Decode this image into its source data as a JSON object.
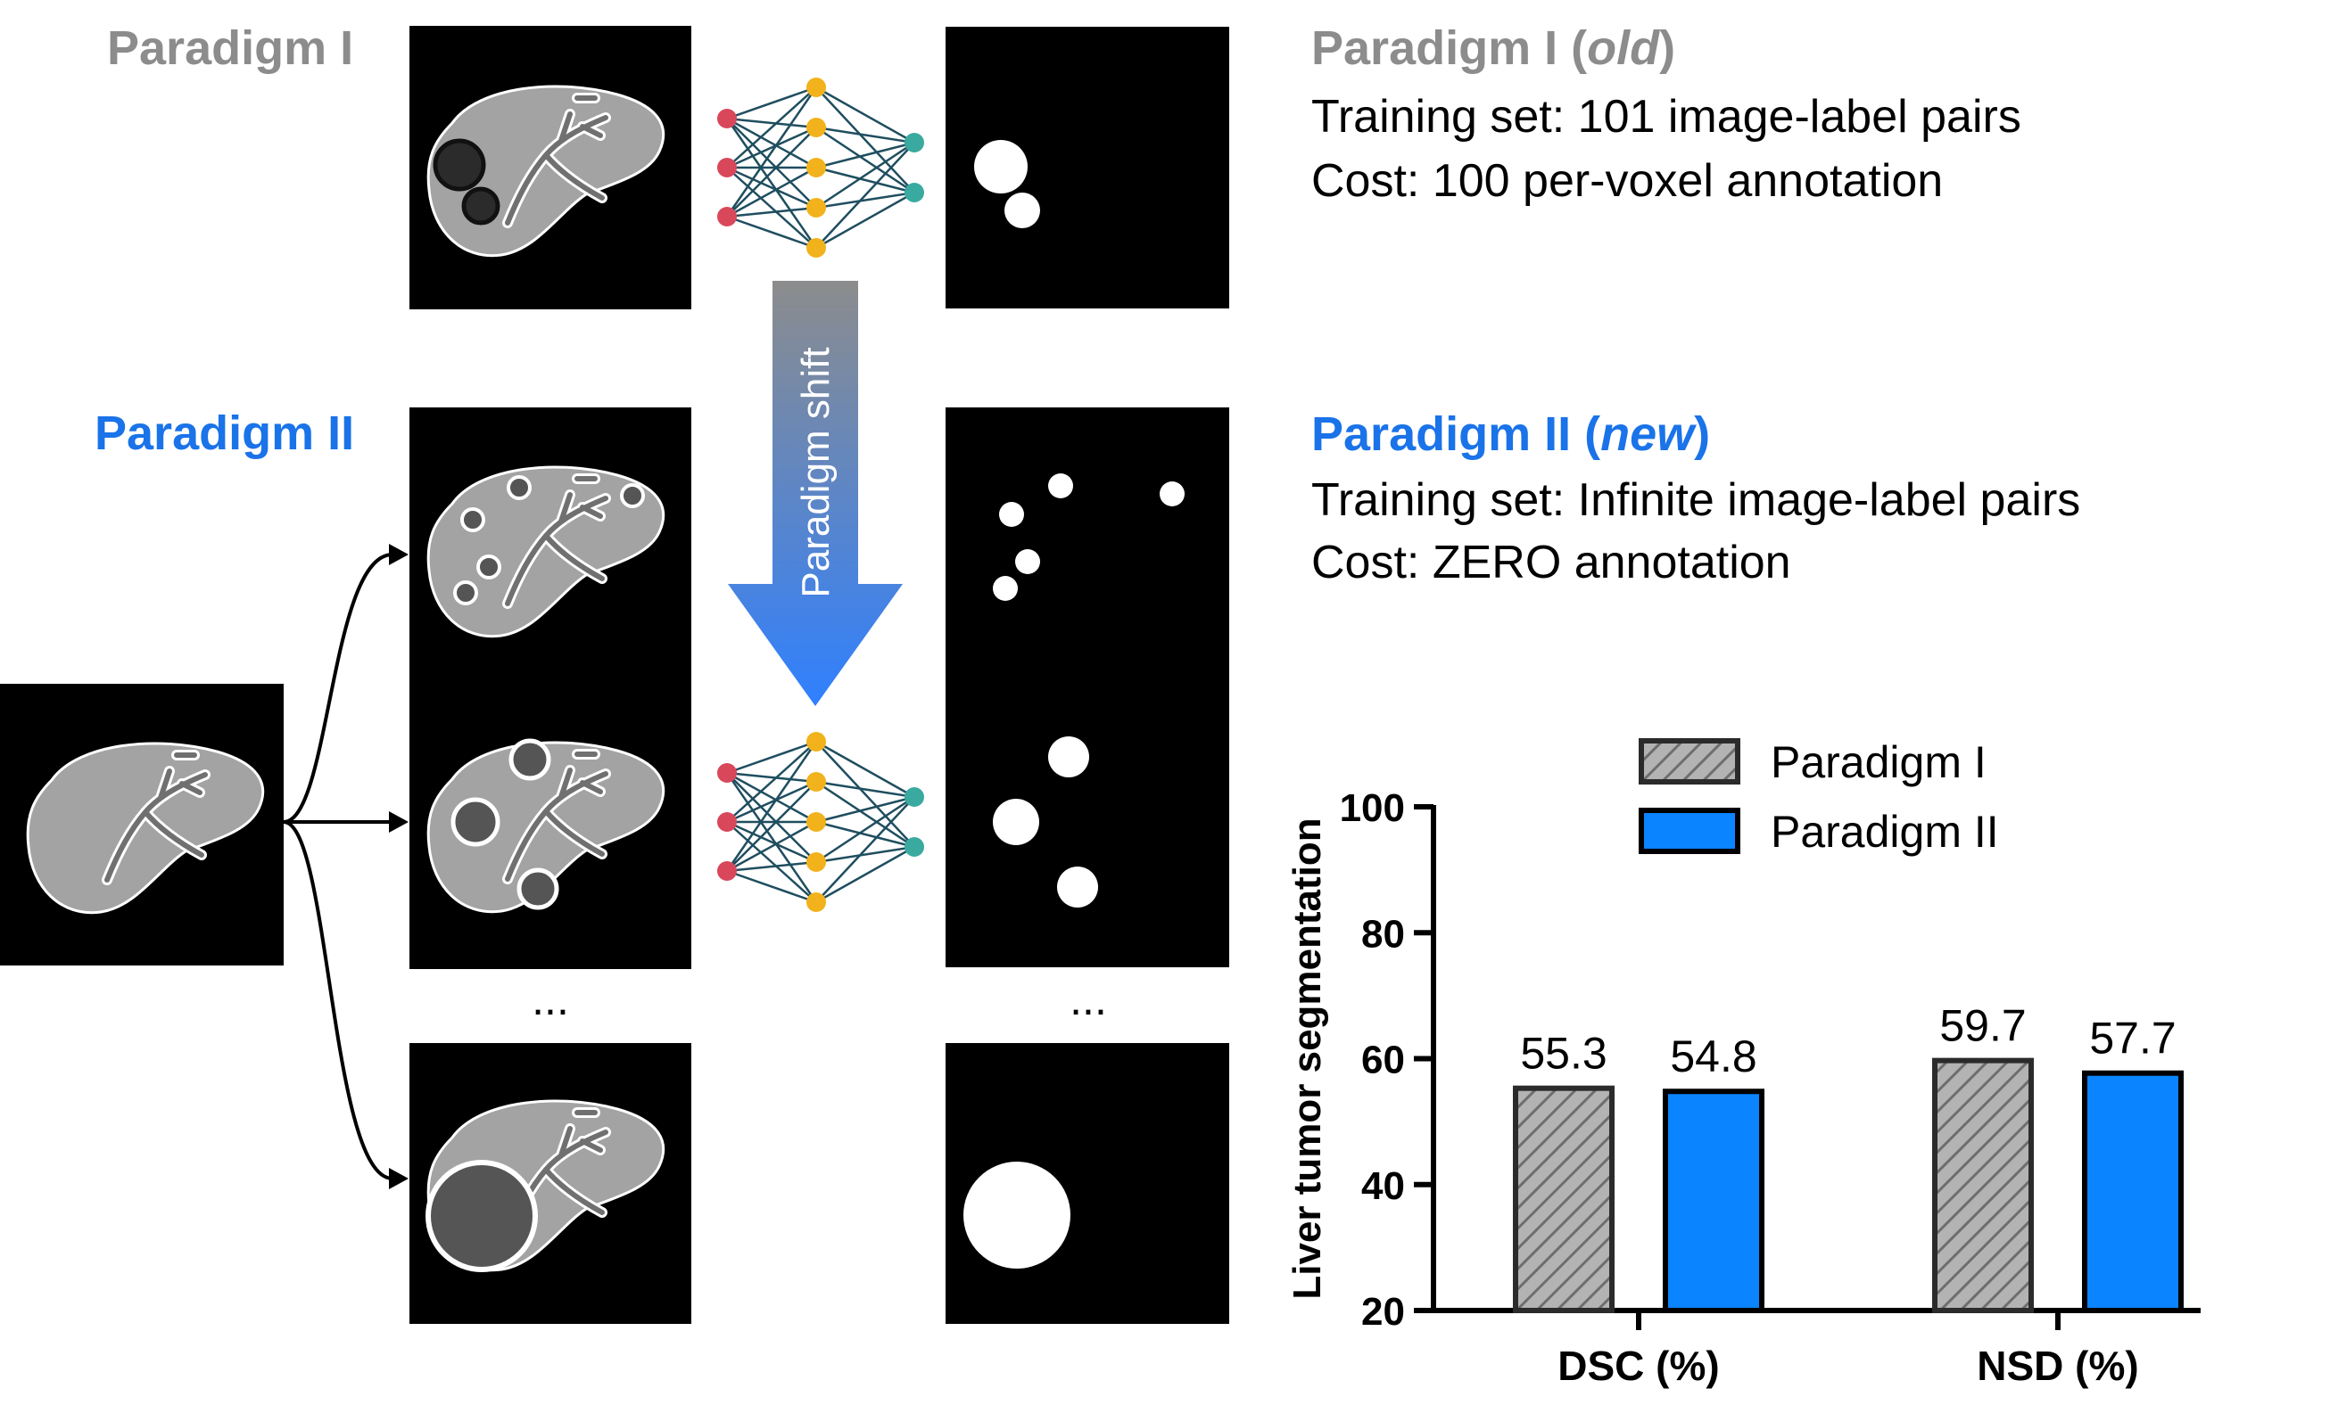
{
  "paradigm1": {
    "label": "Paradigm I",
    "title_prefix": "Paradigm I (",
    "title_emph": "old",
    "title_suffix": ")",
    "line1": "Training set: 101 image-label pairs",
    "line2": "Cost: 100 per-voxel annotation"
  },
  "paradigm2": {
    "label": "Paradigm II",
    "title_prefix": "Paradigm II (",
    "title_emph": "new",
    "title_suffix": ")",
    "line1": "Training set: Infinite image-label pairs",
    "line2": "Cost: ZERO annotation"
  },
  "shift_label": "Paradigm shift",
  "ellipsis": "...",
  "colors": {
    "gray_text": "#8c8c8c",
    "blue_text": "#1a73e8",
    "bar_blue": "#0a84ff",
    "bar_gray": "#a6a6a6",
    "node_red": "#d9475b",
    "node_yellow": "#f2b21b",
    "node_teal": "#3aaaa0",
    "edge": "#1f4e5f"
  },
  "chart_data": {
    "type": "bar",
    "ylabel": "Liver tumor segmentation",
    "categories": [
      "DSC (%)",
      "NSD (%)"
    ],
    "series": [
      {
        "name": "Paradigm I",
        "values": [
          55.3,
          59.7
        ],
        "labels": [
          "55.3",
          "59.7"
        ],
        "pattern": "hatched-gray"
      },
      {
        "name": "Paradigm II",
        "values": [
          54.8,
          57.7
        ],
        "labels": [
          "54.8",
          "57.7"
        ],
        "pattern": "solid-blue"
      }
    ],
    "ylim": [
      20,
      100
    ],
    "yticks": [
      "20",
      "40",
      "60",
      "80",
      "100"
    ],
    "legend_position": "top"
  }
}
